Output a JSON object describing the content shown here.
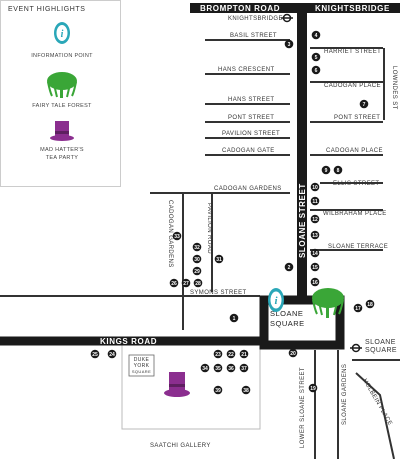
{
  "legend": {
    "title": "EVENT HIGHLIGHTS",
    "items": [
      {
        "label": "INFORMATION POINT",
        "icon": "info-point-icon",
        "color": "#2aa7b8"
      },
      {
        "label": "FAIRY TALE FOREST",
        "icon": "tree-icon",
        "color": "#3aa637"
      },
      {
        "label_line1": "MAD HATTER'S",
        "label_line2": "TEA PARTY",
        "icon": "top-hat-icon",
        "color": "#8b2e8f"
      }
    ]
  },
  "roads": {
    "brompton_road": "BROMPTON ROAD",
    "knightsbridge_road": "KNIGHTSBRIDGE",
    "kings_road": "KINGS ROAD",
    "sloane_street": "SLOANE STREET"
  },
  "stations": {
    "knightsbridge": "KNIGHTSBRIDGE",
    "sloane_square_line1": "SLOANE",
    "sloane_square_line2": "SQUARE"
  },
  "places": {
    "sloane_square_line1": "SLOANE",
    "sloane_square_line2": "SQUARE",
    "duke_york_line1": "DUKE",
    "duke_york_line2": "YORK",
    "duke_york_line3": "SQUARE",
    "saatchi_gallery": "SAATCHI GALLERY"
  },
  "streets": {
    "basil_street": "BASIL STREET",
    "harriet_street": "HARRIET STREET",
    "hans_crescent": "HANS CRESCENT",
    "cadogan_place_1": "CADOGAN PLACE",
    "lowndes_st": "LOWNDES ST",
    "hans_street": "HANS STREET",
    "pont_street_w": "PONT STREET",
    "pont_street_e": "PONT STREET",
    "pavilion_street": "PAVILION STREET",
    "cadogan_gate": "CADOGAN GATE",
    "cadogan_place_2": "CADOGAN PLACE",
    "ellis_street": "ELLIS STREET",
    "cadogan_gardens_h": "CADOGAN GARDENS",
    "wilbraham_place": "WILBRAHAM PLACE",
    "sloane_terrace": "SLOANE TERRACE",
    "cadogan_gardens_v": "CADOGAN GARDENS",
    "pavilion_road": "PAVILION ROAD",
    "symons_street": "SYMONS STREET",
    "lower_sloane_street": "LOWER SLOANE STREET",
    "sloane_gardens": "SLOANE GARDENS",
    "holbein_place": "HOLBEIN PLACE"
  },
  "markers": {
    "m1": "1",
    "m2": "2",
    "m3": "3",
    "m4": "4",
    "m5": "5",
    "m6": "6",
    "m7": "7",
    "m8": "8",
    "m9": "9",
    "m10": "10",
    "m11": "11",
    "m12": "12",
    "m13": "13",
    "m14": "14",
    "m15": "15",
    "m16": "16",
    "m17": "17",
    "m18": "18",
    "m19": "19",
    "m20": "20",
    "m21": "21",
    "m22": "22",
    "m23": "23",
    "m24": "24",
    "m25": "25",
    "m26": "26",
    "m27": "27",
    "m28": "28",
    "m29": "29",
    "m30": "30",
    "m31": "31",
    "m32": "32",
    "m33": "33",
    "m34": "34",
    "m35": "35",
    "m36": "36",
    "m37": "37",
    "m38": "38",
    "m39": "39"
  },
  "colors": {
    "road": "#1a1a1a",
    "street": "#333333",
    "info": "#2aa7b8",
    "forest": "#3aa637",
    "hat": "#8b2e8f",
    "marker": "#1a1a1a"
  }
}
